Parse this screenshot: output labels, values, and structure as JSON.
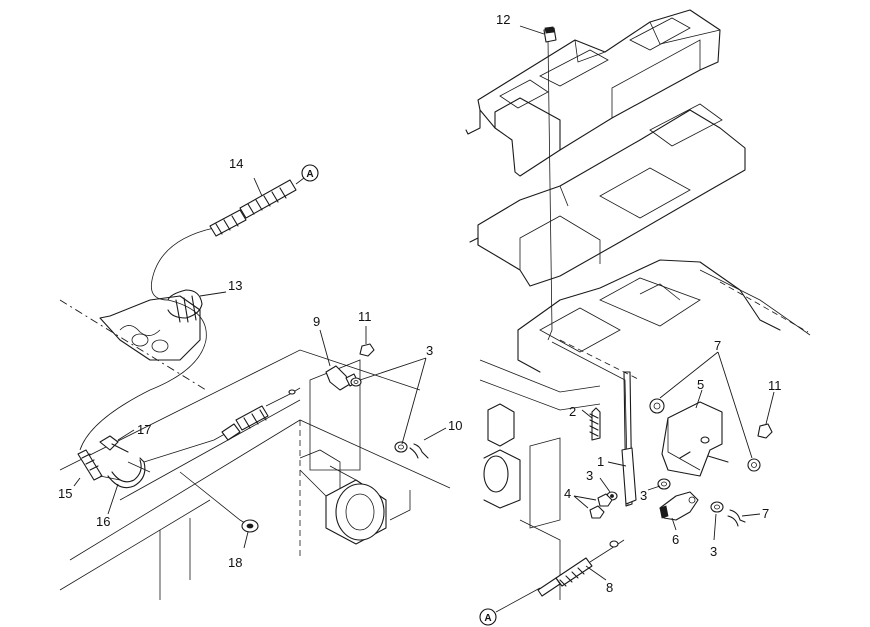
{
  "callouts": {
    "n1": "1",
    "n2": "2",
    "n3a": "3",
    "n3b": "3",
    "n3c": "3",
    "n3d": "3",
    "n4": "4",
    "n5": "5",
    "n6": "6",
    "n7a": "7",
    "n7b": "7",
    "n8": "8",
    "n9": "9",
    "n10": "10",
    "n11a": "11",
    "n11b": "11",
    "n12": "12",
    "n13": "13",
    "n14": "14",
    "n15": "15",
    "n16": "16",
    "n17": "17",
    "n18": "18"
  },
  "refs": {
    "a_top": "A",
    "a_bottom": "A"
  }
}
